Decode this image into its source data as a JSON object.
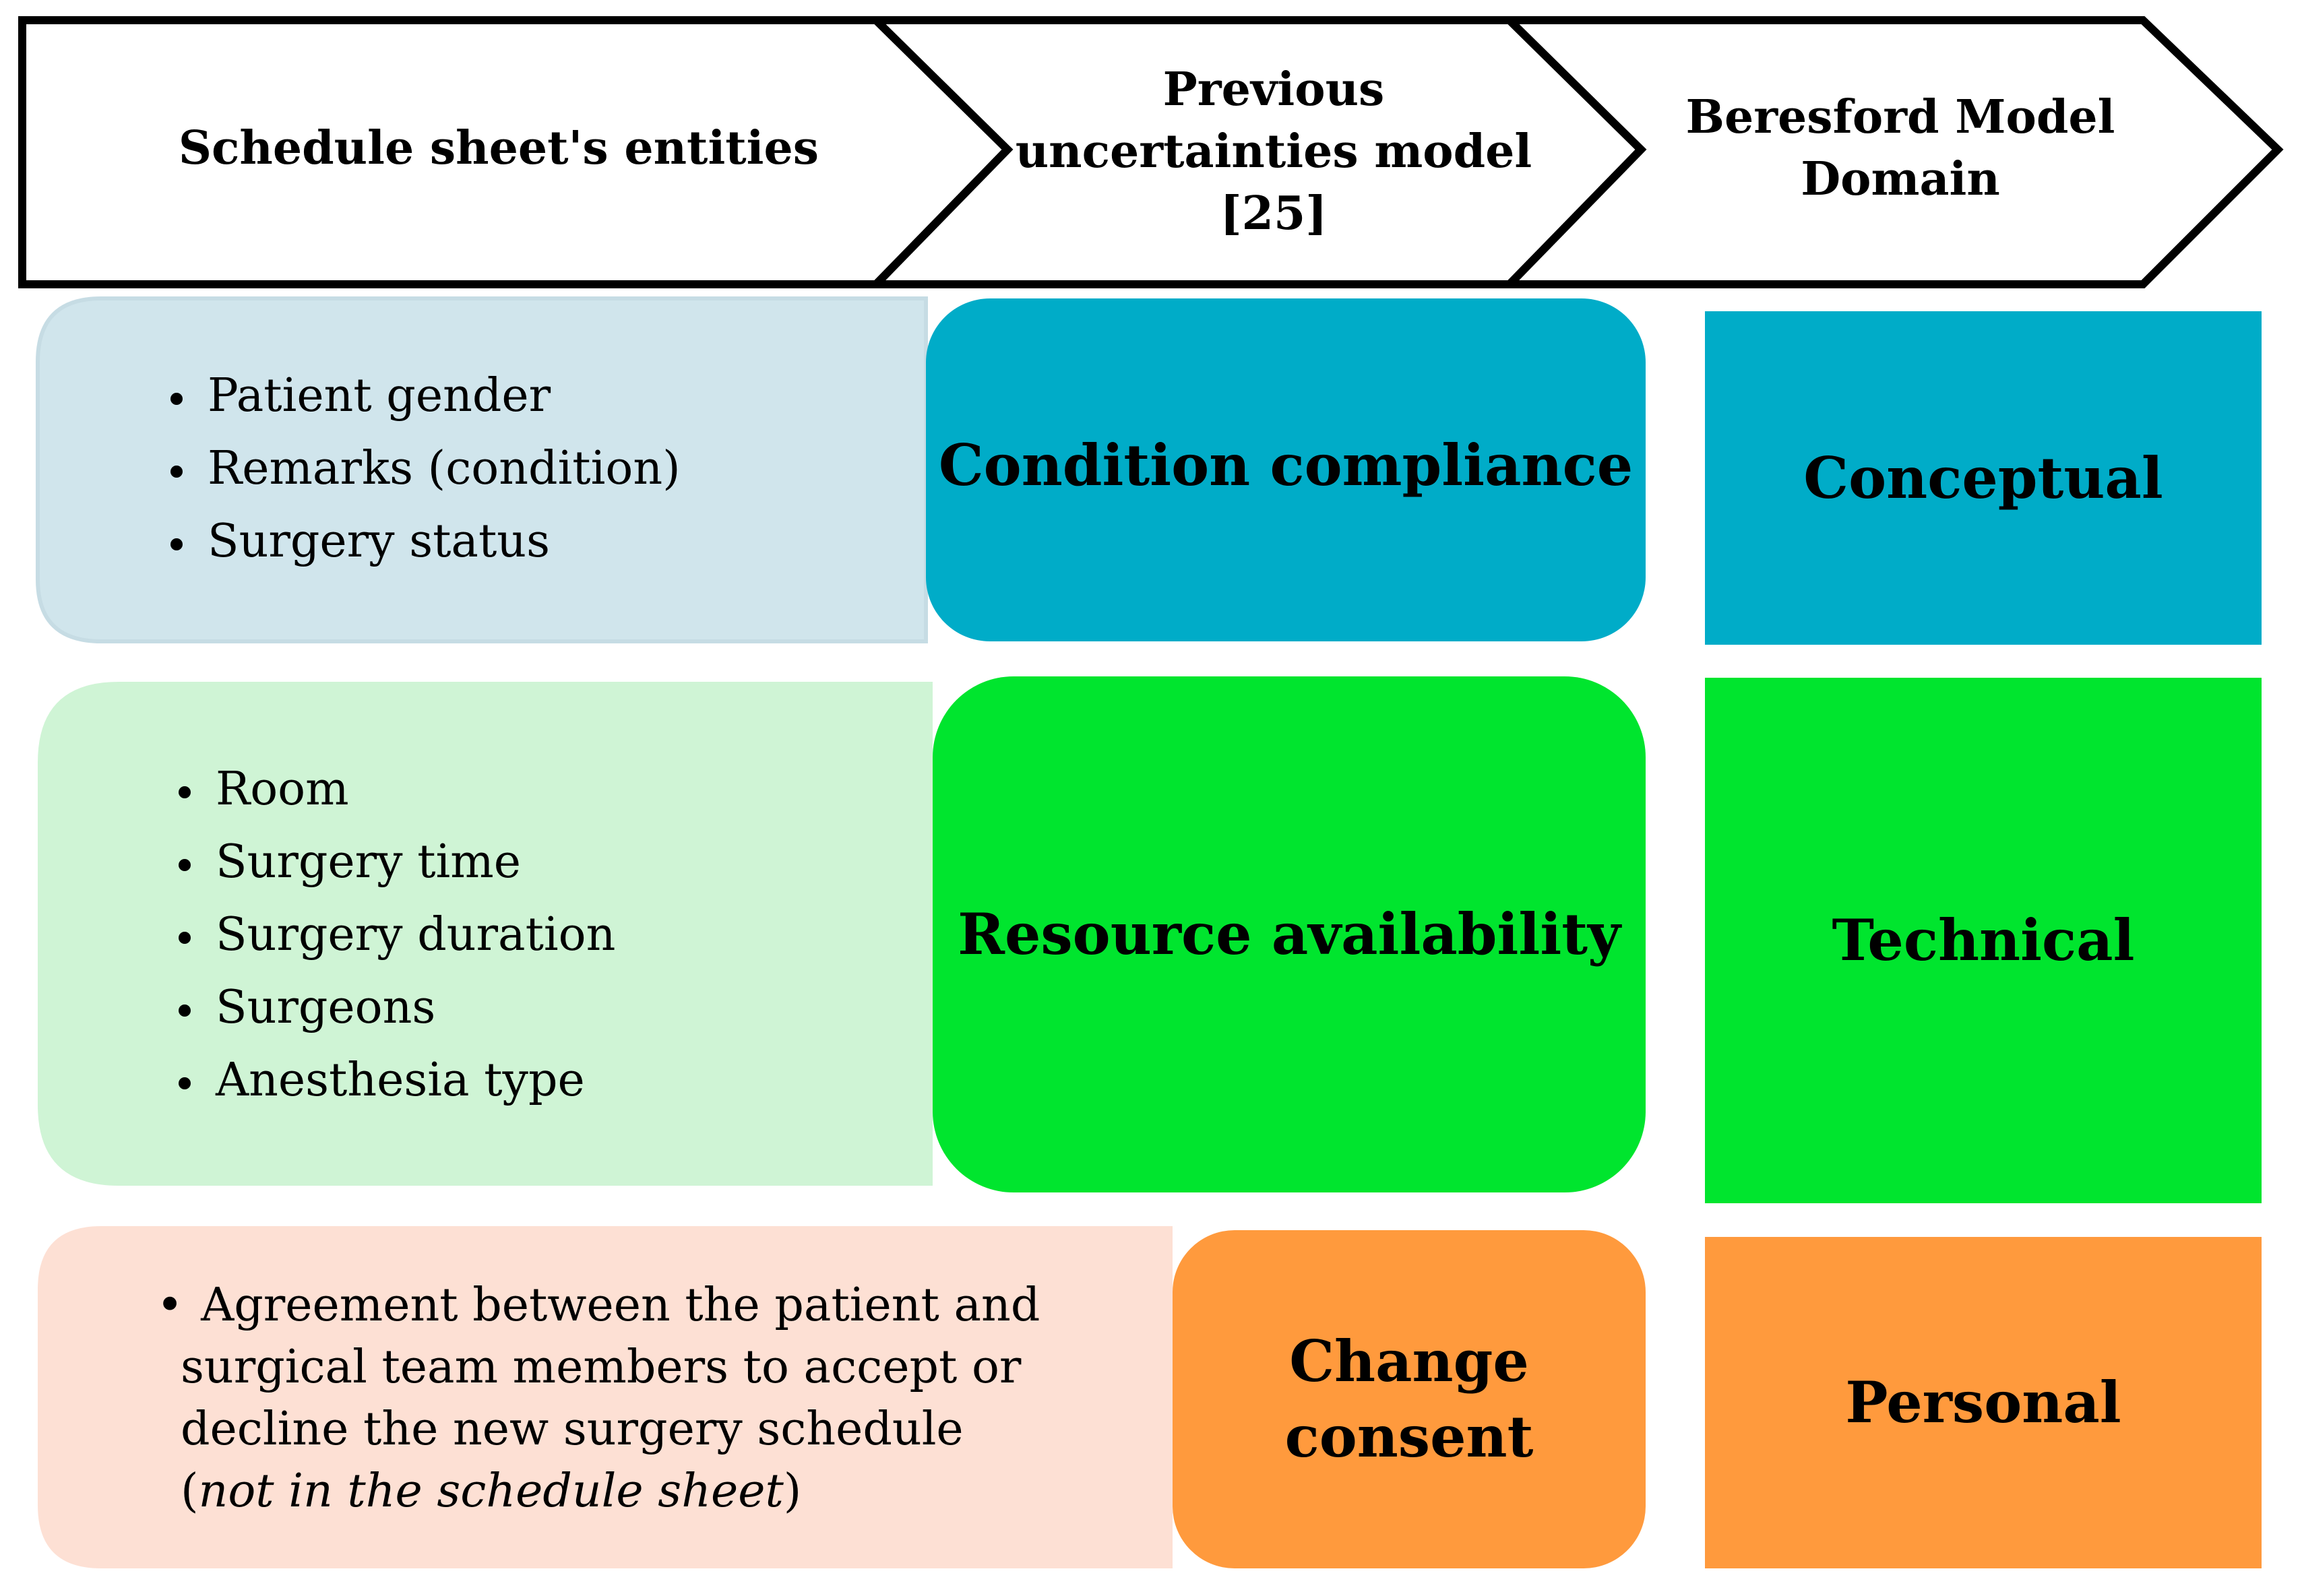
{
  "header": {
    "col1": "Schedule sheet's entities",
    "col2": [
      "Previous",
      "uncertainties model",
      "[25]"
    ],
    "col3": [
      "Beresford Model",
      "Domain"
    ]
  },
  "rows": [
    {
      "entities": [
        "Patient gender",
        "Remarks (condition)",
        "Surgery status"
      ],
      "uncertainty": "Condition compliance",
      "domain": "Conceptual",
      "colors": {
        "entity_fill": "#D0E5EC",
        "uncertainty_fill": "#00ACC8",
        "domain_fill": "#00ACC8"
      }
    },
    {
      "entities": [
        "Room",
        "Surgery time",
        "Surgery duration",
        "Surgeons",
        "Anesthesia type"
      ],
      "uncertainty": "Resource availability",
      "domain": "Technical",
      "colors": {
        "entity_fill": "#CFF4D5",
        "uncertainty_fill": "#00E52E",
        "domain_fill": "#00E52E"
      }
    },
    {
      "entity_text": [
        "Agreement between the patient and",
        "surgical team members to accept or",
        "decline the new surgery schedule"
      ],
      "entity_note": "not in the schedule sheet",
      "uncertainty": [
        "Change",
        "consent"
      ],
      "domain": "Personal",
      "colors": {
        "entity_fill": "#FDE0D4",
        "uncertainty_fill": "#FF9A3D",
        "domain_fill": "#FF9A3D"
      }
    }
  ]
}
